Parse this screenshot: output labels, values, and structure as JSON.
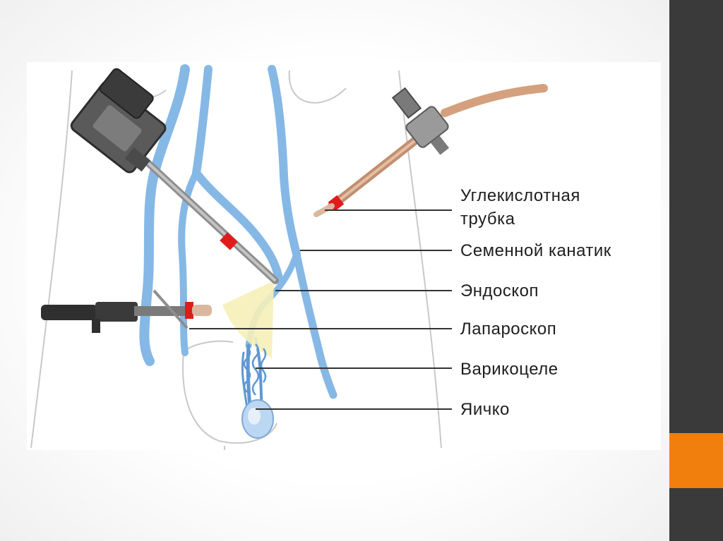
{
  "colors": {
    "vein": "#86b8e6",
    "vein_dark": "#5f97d3",
    "outline": "#c9c9c9",
    "leader": "#333333",
    "metal": "#8e8e8e",
    "tube": "#d4a07e",
    "marker": "#e11b1b",
    "light_cone": "#f6efb9",
    "side_bar": "#3a3a3a",
    "side_accent": "#f07f0e"
  },
  "icons": [
    "co2-tube-instrument",
    "endoscope-instrument",
    "laparoscope-instrument",
    "testis",
    "varicocele"
  ],
  "labels": {
    "co2_tube_line1": "Углекислотная",
    "co2_tube_line2": "трубка",
    "spermatic_cord": "Семенной канатик",
    "endoscope": "Эндоскоп",
    "laparoscope": "Лапароскоп",
    "varicocele": "Варикоцеле",
    "testis": "Яичко"
  }
}
